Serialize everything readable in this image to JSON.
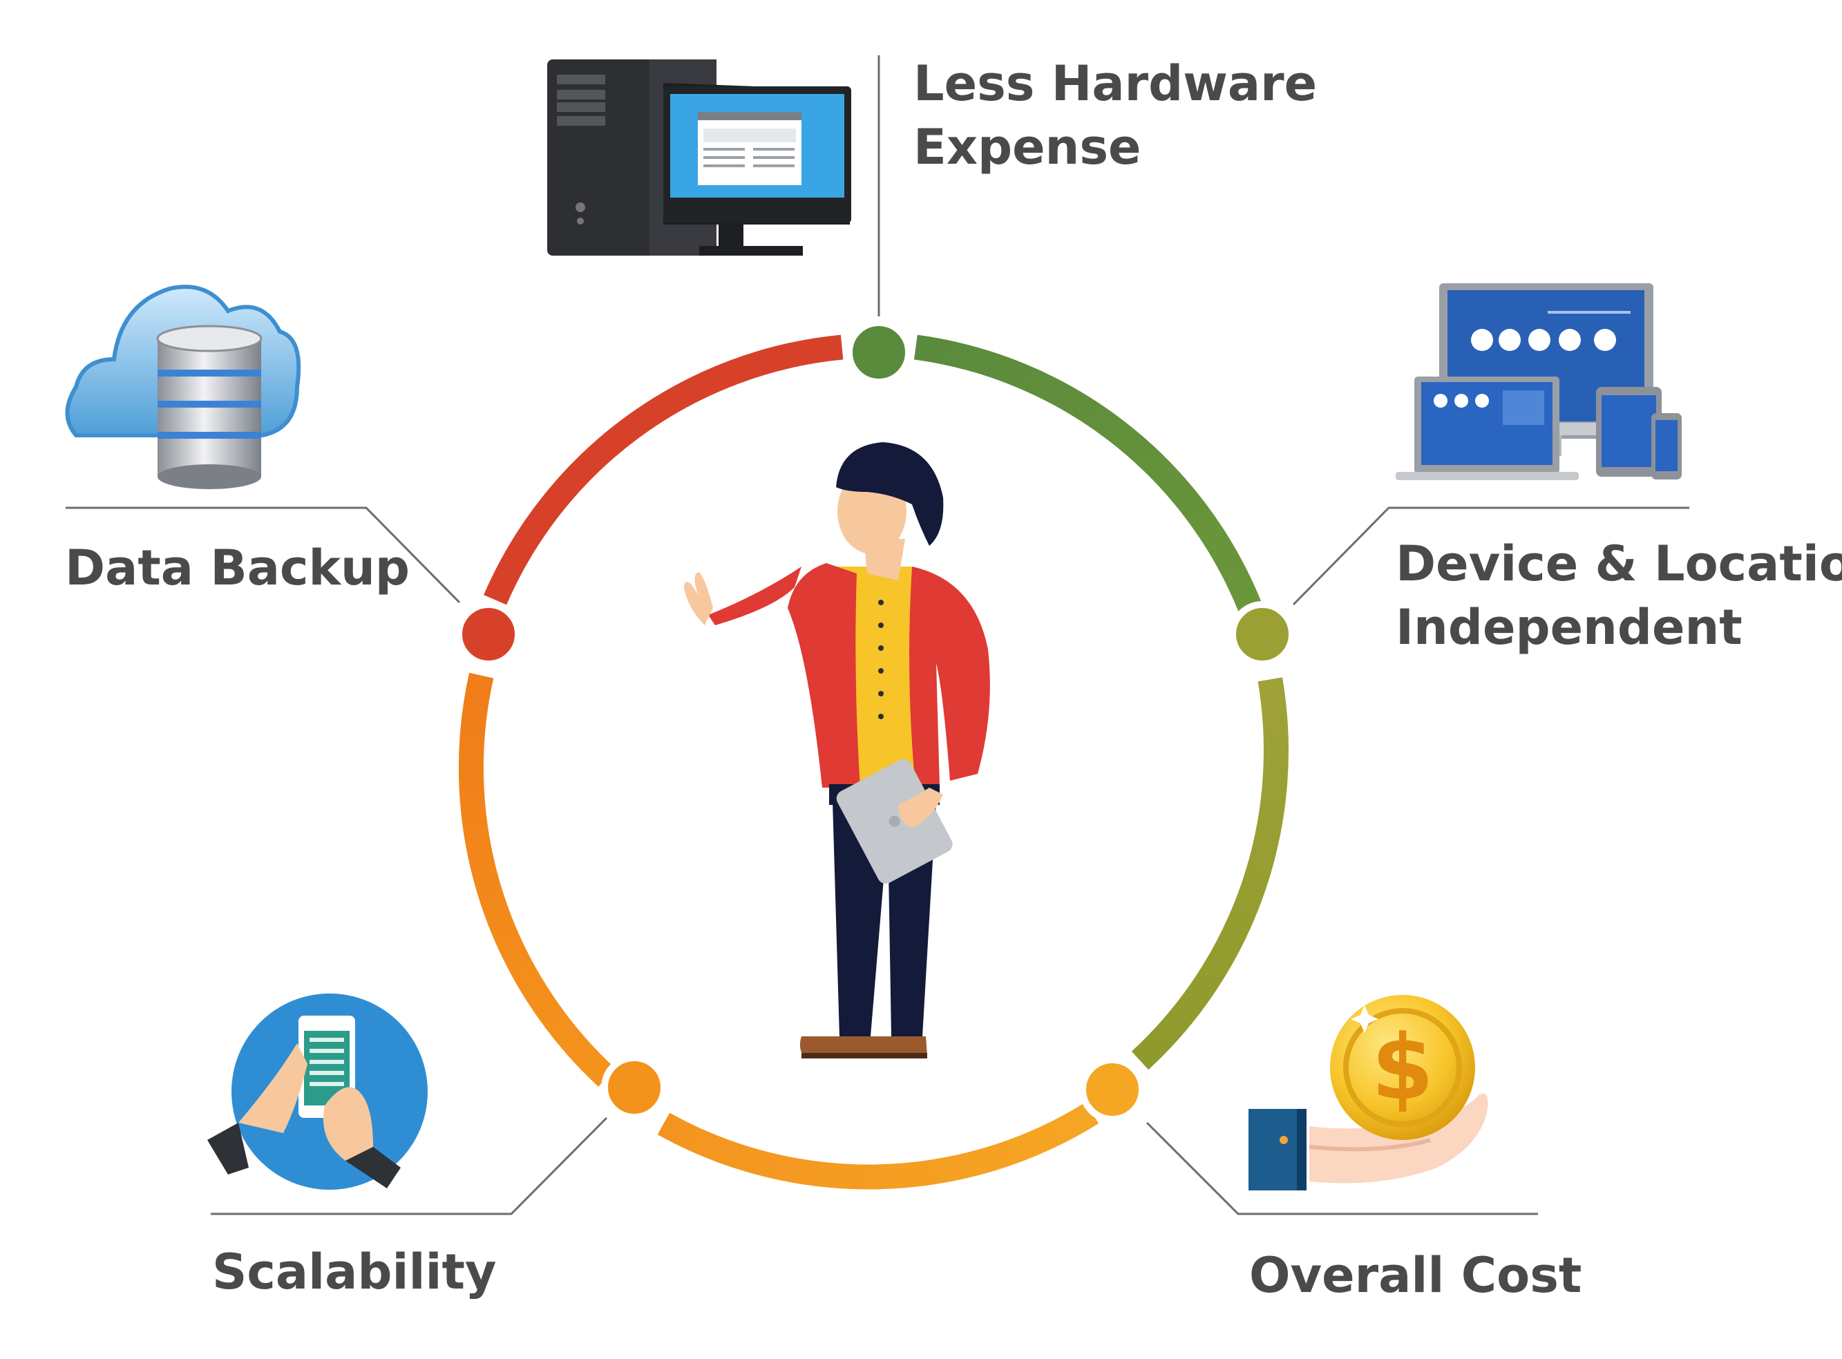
{
  "colors": {
    "text": "#4a4a4a",
    "connector": "#6d6d6d",
    "ring_red": "#d7412a",
    "ring_green": "#5a8a3c",
    "ring_olive": "#9aa034",
    "ring_orange": "#f4931c",
    "ring_amber": "#f5a623"
  },
  "benefits": [
    {
      "id": "less-hardware-expense",
      "lines": [
        "Less Hardware",
        "Expense"
      ],
      "icon": "desktop-computer-icon",
      "node_color": "#5a8a3c"
    },
    {
      "id": "device-location-independent",
      "lines": [
        "Device & Location",
        "Independent"
      ],
      "icon": "multi-device-icon",
      "node_color": "#9aa034"
    },
    {
      "id": "overall-cost",
      "lines": [
        "Overall Cost"
      ],
      "icon": "coin-in-hand-icon",
      "node_color": "#f5a623"
    },
    {
      "id": "scalability",
      "lines": [
        "Scalability"
      ],
      "icon": "smartphone-in-hands-icon",
      "node_color": "#f4931c"
    },
    {
      "id": "data-backup",
      "lines": [
        "Data Backup"
      ],
      "icon": "cloud-database-icon",
      "node_color": "#d7412a"
    }
  ],
  "center_figure": "businessman-with-tablet-icon"
}
